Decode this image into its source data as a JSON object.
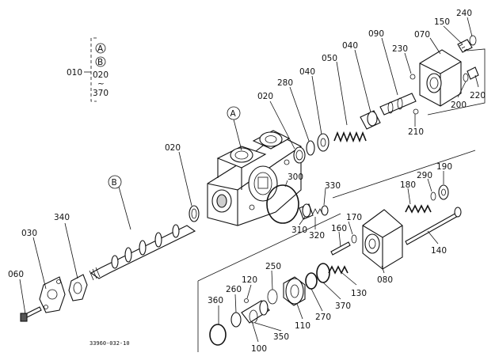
{
  "callouts": {
    "A": "A",
    "B": "B"
  },
  "group": {
    "parent": "010",
    "a": "A",
    "b": "B",
    "start": "020",
    "tilde": "~",
    "end": "370"
  },
  "labels": {
    "p240": "240",
    "p150": "150",
    "p070": "070",
    "p090": "090",
    "p230": "230",
    "p220": "220",
    "p200": "200",
    "p210": "210",
    "p040a": "040",
    "p050": "050",
    "p040b": "040",
    "p280": "280",
    "p020a": "020",
    "p020b": "020",
    "p300": "300",
    "p330": "330",
    "p310": "310",
    "p320": "320",
    "p190": "190",
    "p290": "290",
    "p180": "180",
    "p170": "170",
    "p160": "160",
    "p140": "140",
    "p080": "080",
    "p340": "340",
    "p030": "030",
    "p060": "060",
    "p250": "250",
    "p120": "120",
    "p260": "260",
    "p360": "360",
    "p130": "130",
    "p370": "370",
    "p270": "270",
    "p110": "110",
    "p350": "350",
    "p100": "100"
  },
  "drawing_number": "33960-032-10"
}
